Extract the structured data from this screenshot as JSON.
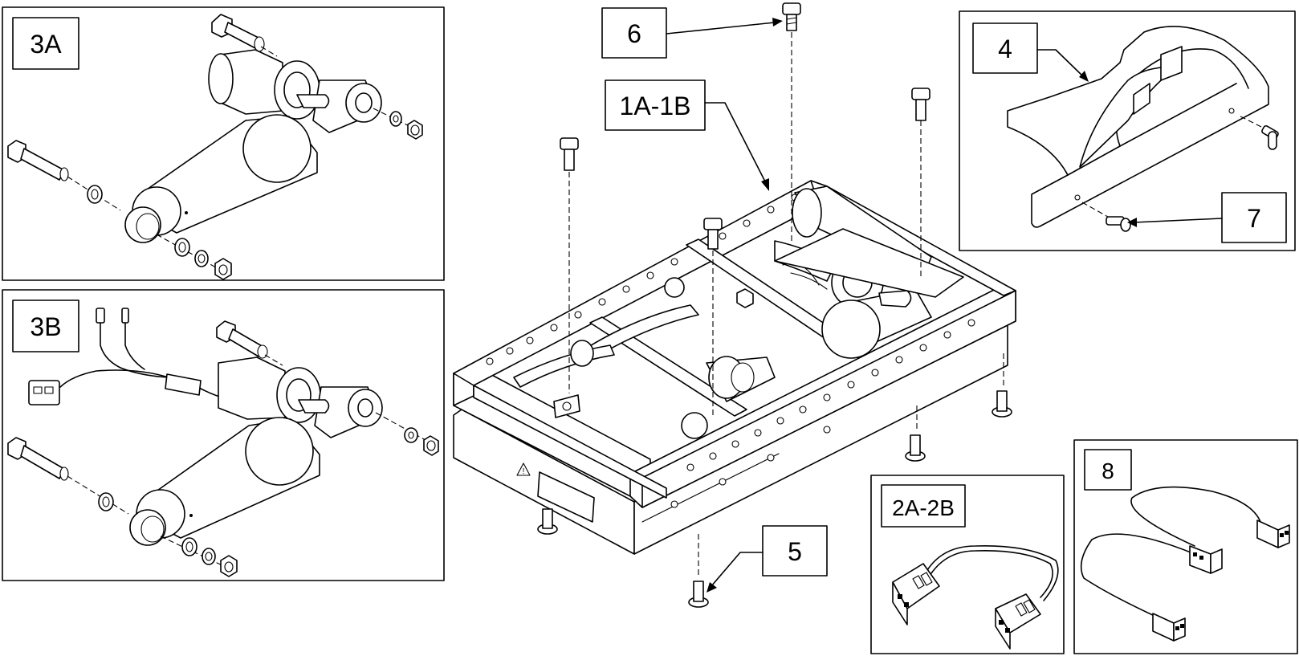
{
  "callouts": {
    "c3A": "3A",
    "c3B": "3B",
    "c6": "6",
    "c1A1B": "1A-1B",
    "c4": "4",
    "c7": "7",
    "c5": "5",
    "c2A2B": "2A-2B",
    "c8": "8"
  }
}
